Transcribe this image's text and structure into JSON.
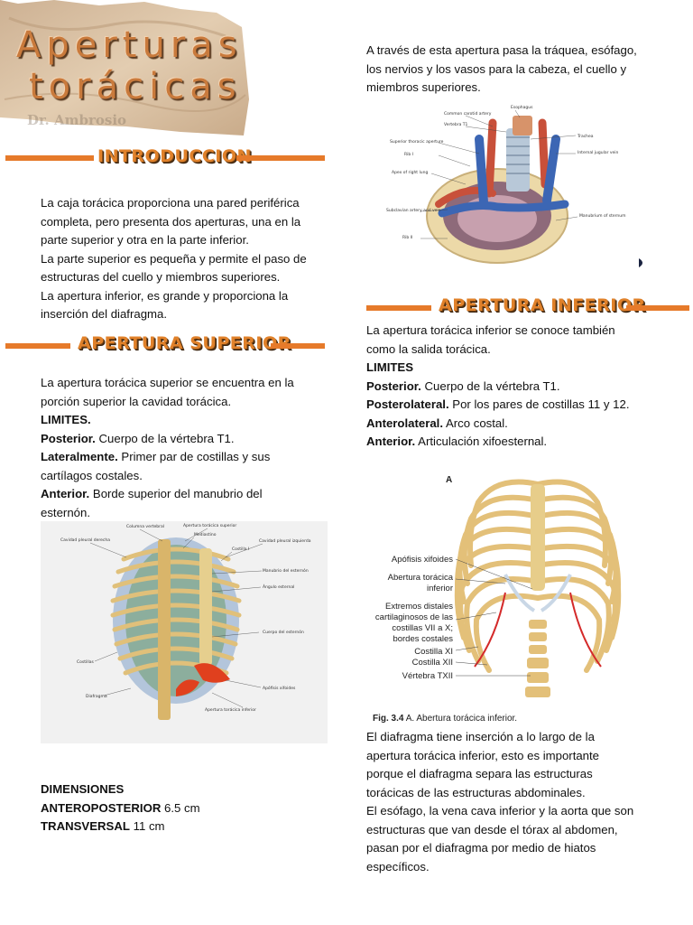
{
  "title": {
    "line1": "Aperturas",
    "line2": "torácicas",
    "faded": "Dr. Ambrosio"
  },
  "intro": {
    "heading": "INTRODUCCION",
    "lines": [
      "La caja torácica proporciona una pared periférica",
      "completa, pero presenta dos aperturas, una en la",
      "parte superior y otra en la parte inferior.",
      "La parte superior es pequeña y permite el paso de",
      "estructuras del cuello y miembros superiores.",
      "La apertura inferior, es grande y proporciona la",
      "inserción del diafragma."
    ]
  },
  "superior": {
    "heading": "APERTURA SUPERIOR",
    "line1": "La apertura torácica superior se encuentra en la",
    "line2": "porción superior la cavidad torácica.",
    "limits": "LIMITES.",
    "posterior_label": "Posterior.",
    "posterior_text": " Cuerpo de la vértebra T1.",
    "lateral_label": "Lateralmente.",
    "lateral_text": " Primer par de costillas y sus",
    "lateral_text2": "cartílagos costales.",
    "anterior_label": "Anterior.",
    "anterior_text": " Borde superior del manubrio del",
    "anterior_text2": "esternón.",
    "figure_labels": {
      "columna": "Columna vertebral",
      "apertura": "Apertura torácica superior",
      "mediastino": "Mediastino",
      "cavidad_der": "Cavidad pleural derecha",
      "cavidad_izq": "Cavidad pleural izquierda",
      "costilla": "Costilla I",
      "manubrio": "Manubrio del esternón",
      "angulo": "Ángulo esternal",
      "costillas": "Costillas",
      "cuerpo": "Cuerpo del esternón",
      "diafragma": "Diafragma",
      "xifoides": "Apófisis xifoides",
      "inferior": "Apertura torácica inferior"
    }
  },
  "dimensions": {
    "title": "DIMENSIONES",
    "ap_label": "ANTEROPOSTERIOR",
    "ap_value": " 6.5 cm",
    "tr_label": "TRANSVERSAL",
    "tr_value": " 11 cm"
  },
  "right_intro": [
    "A través de esta apertura pasa la tráquea, esófago,",
    "los nervios y los vasos para la cabeza, el cuello y",
    "miembros superiores."
  ],
  "figure1_labels": {
    "esophagus": "Esophagus",
    "carotid": "Common carotid artery",
    "vertebra": "Vertebra T1",
    "trachea": "Trachea",
    "aperture": "Superior thoracic aperture",
    "rib1": "Rib I",
    "jugular": "Internal jugular vein",
    "apex": "Apex of right lung",
    "subclavian": "Subclavian artery and vein",
    "manubrium": "Manubrium of sternum",
    "rib2": "Rib II"
  },
  "inferior": {
    "heading": "APERTURA INFERIOR",
    "line1": "La apertura torácica inferior se conoce también",
    "line2": "como la salida torácica.",
    "limits": "LIMITES",
    "posterior_label": "Posterior.",
    "posterior_text": " Cuerpo de la vértebra T1.",
    "posterolateral_label": "Posterolateral.",
    "posterolateral_text": " Por los pares de costillas 11 y 12.",
    "anterolateral_label": "Anterolateral.",
    "anterolateral_text": " Arco costal.",
    "anterior_label": "Anterior.",
    "anterior_text": " Articulación xifoesternal."
  },
  "figure2": {
    "letter": "A",
    "labels": {
      "xifoides": "Apófisis xifoides",
      "apertura1": "Abertura torácica",
      "apertura2": "inferior",
      "extremos1": "Extremos distales",
      "extremos2": "cartilaginosos de las",
      "extremos3": "costillas VII a X;",
      "extremos4": "bordes costales",
      "costilla11": "Costilla XI",
      "costilla12": "Costilla XII",
      "vertebra": "Vértebra TXII"
    },
    "caption_fig": "Fig. 3.4",
    "caption_text": "A. Abertura torácica inferior."
  },
  "closing": [
    "El diafragma tiene inserción a lo largo de la",
    "apertura torácica inferior, esto es importante",
    "porque el diafragma separa las estructuras",
    "torácicas de las estructuras abdominales.",
    "El esófago, la vena cava inferior y la aorta que son",
    "estructuras que van desde el tórax al abdomen,",
    "pasan por el diafragma por medio de hiatos",
    "específicos."
  ],
  "colors": {
    "accent": "#e67a2a",
    "heading": "#e0812a",
    "parchment": "#dcc3a4"
  }
}
